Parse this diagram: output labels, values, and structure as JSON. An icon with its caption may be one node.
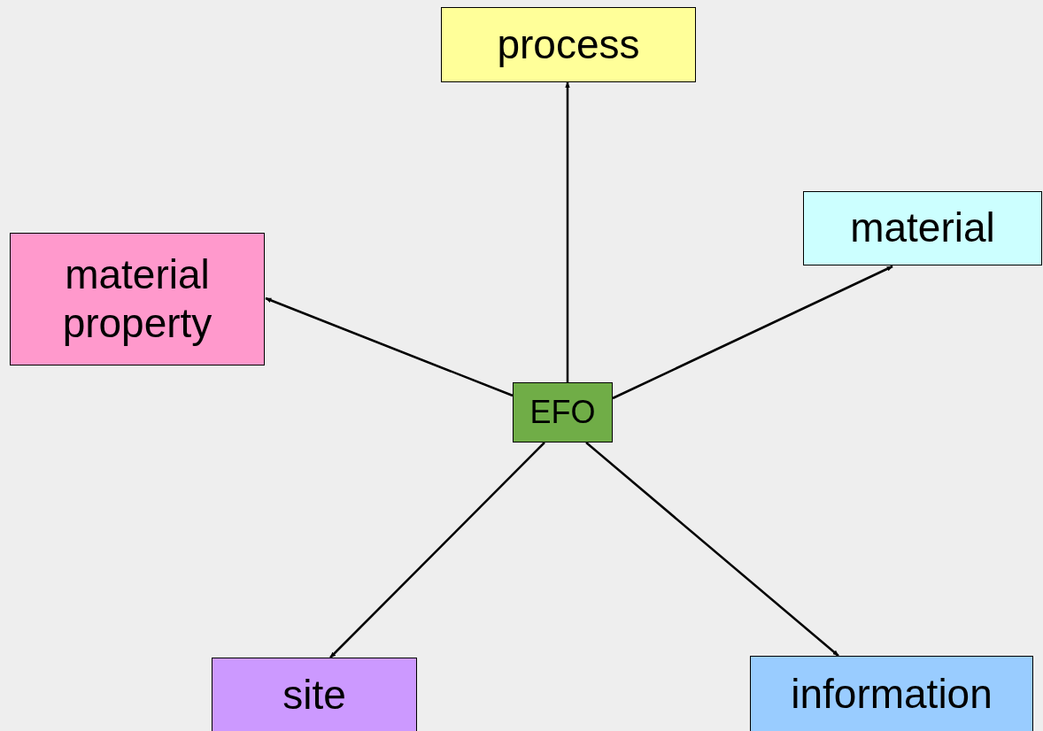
{
  "diagram": {
    "nodes": [
      {
        "text": [
          "process"
        ]
      },
      {
        "text": [
          "material"
        ]
      },
      {
        "text": [
          "material property"
        ]
      },
      {
        "text": [
          "EFO"
        ]
      },
      {
        "text": [
          "site"
        ]
      },
      {
        "text": [
          "information"
        ]
      }
    ],
    "edges": [
      {
        "from": 3,
        "to": 0,
        "arrow": "to"
      },
      {
        "from": 3,
        "to": 1,
        "arrow": "to"
      },
      {
        "from": 3,
        "to": 2,
        "arrow": "to"
      },
      {
        "from": 3,
        "to": 4,
        "arrow": "to"
      },
      {
        "from": 3,
        "to": 5,
        "arrow": "to"
      }
    ]
  }
}
